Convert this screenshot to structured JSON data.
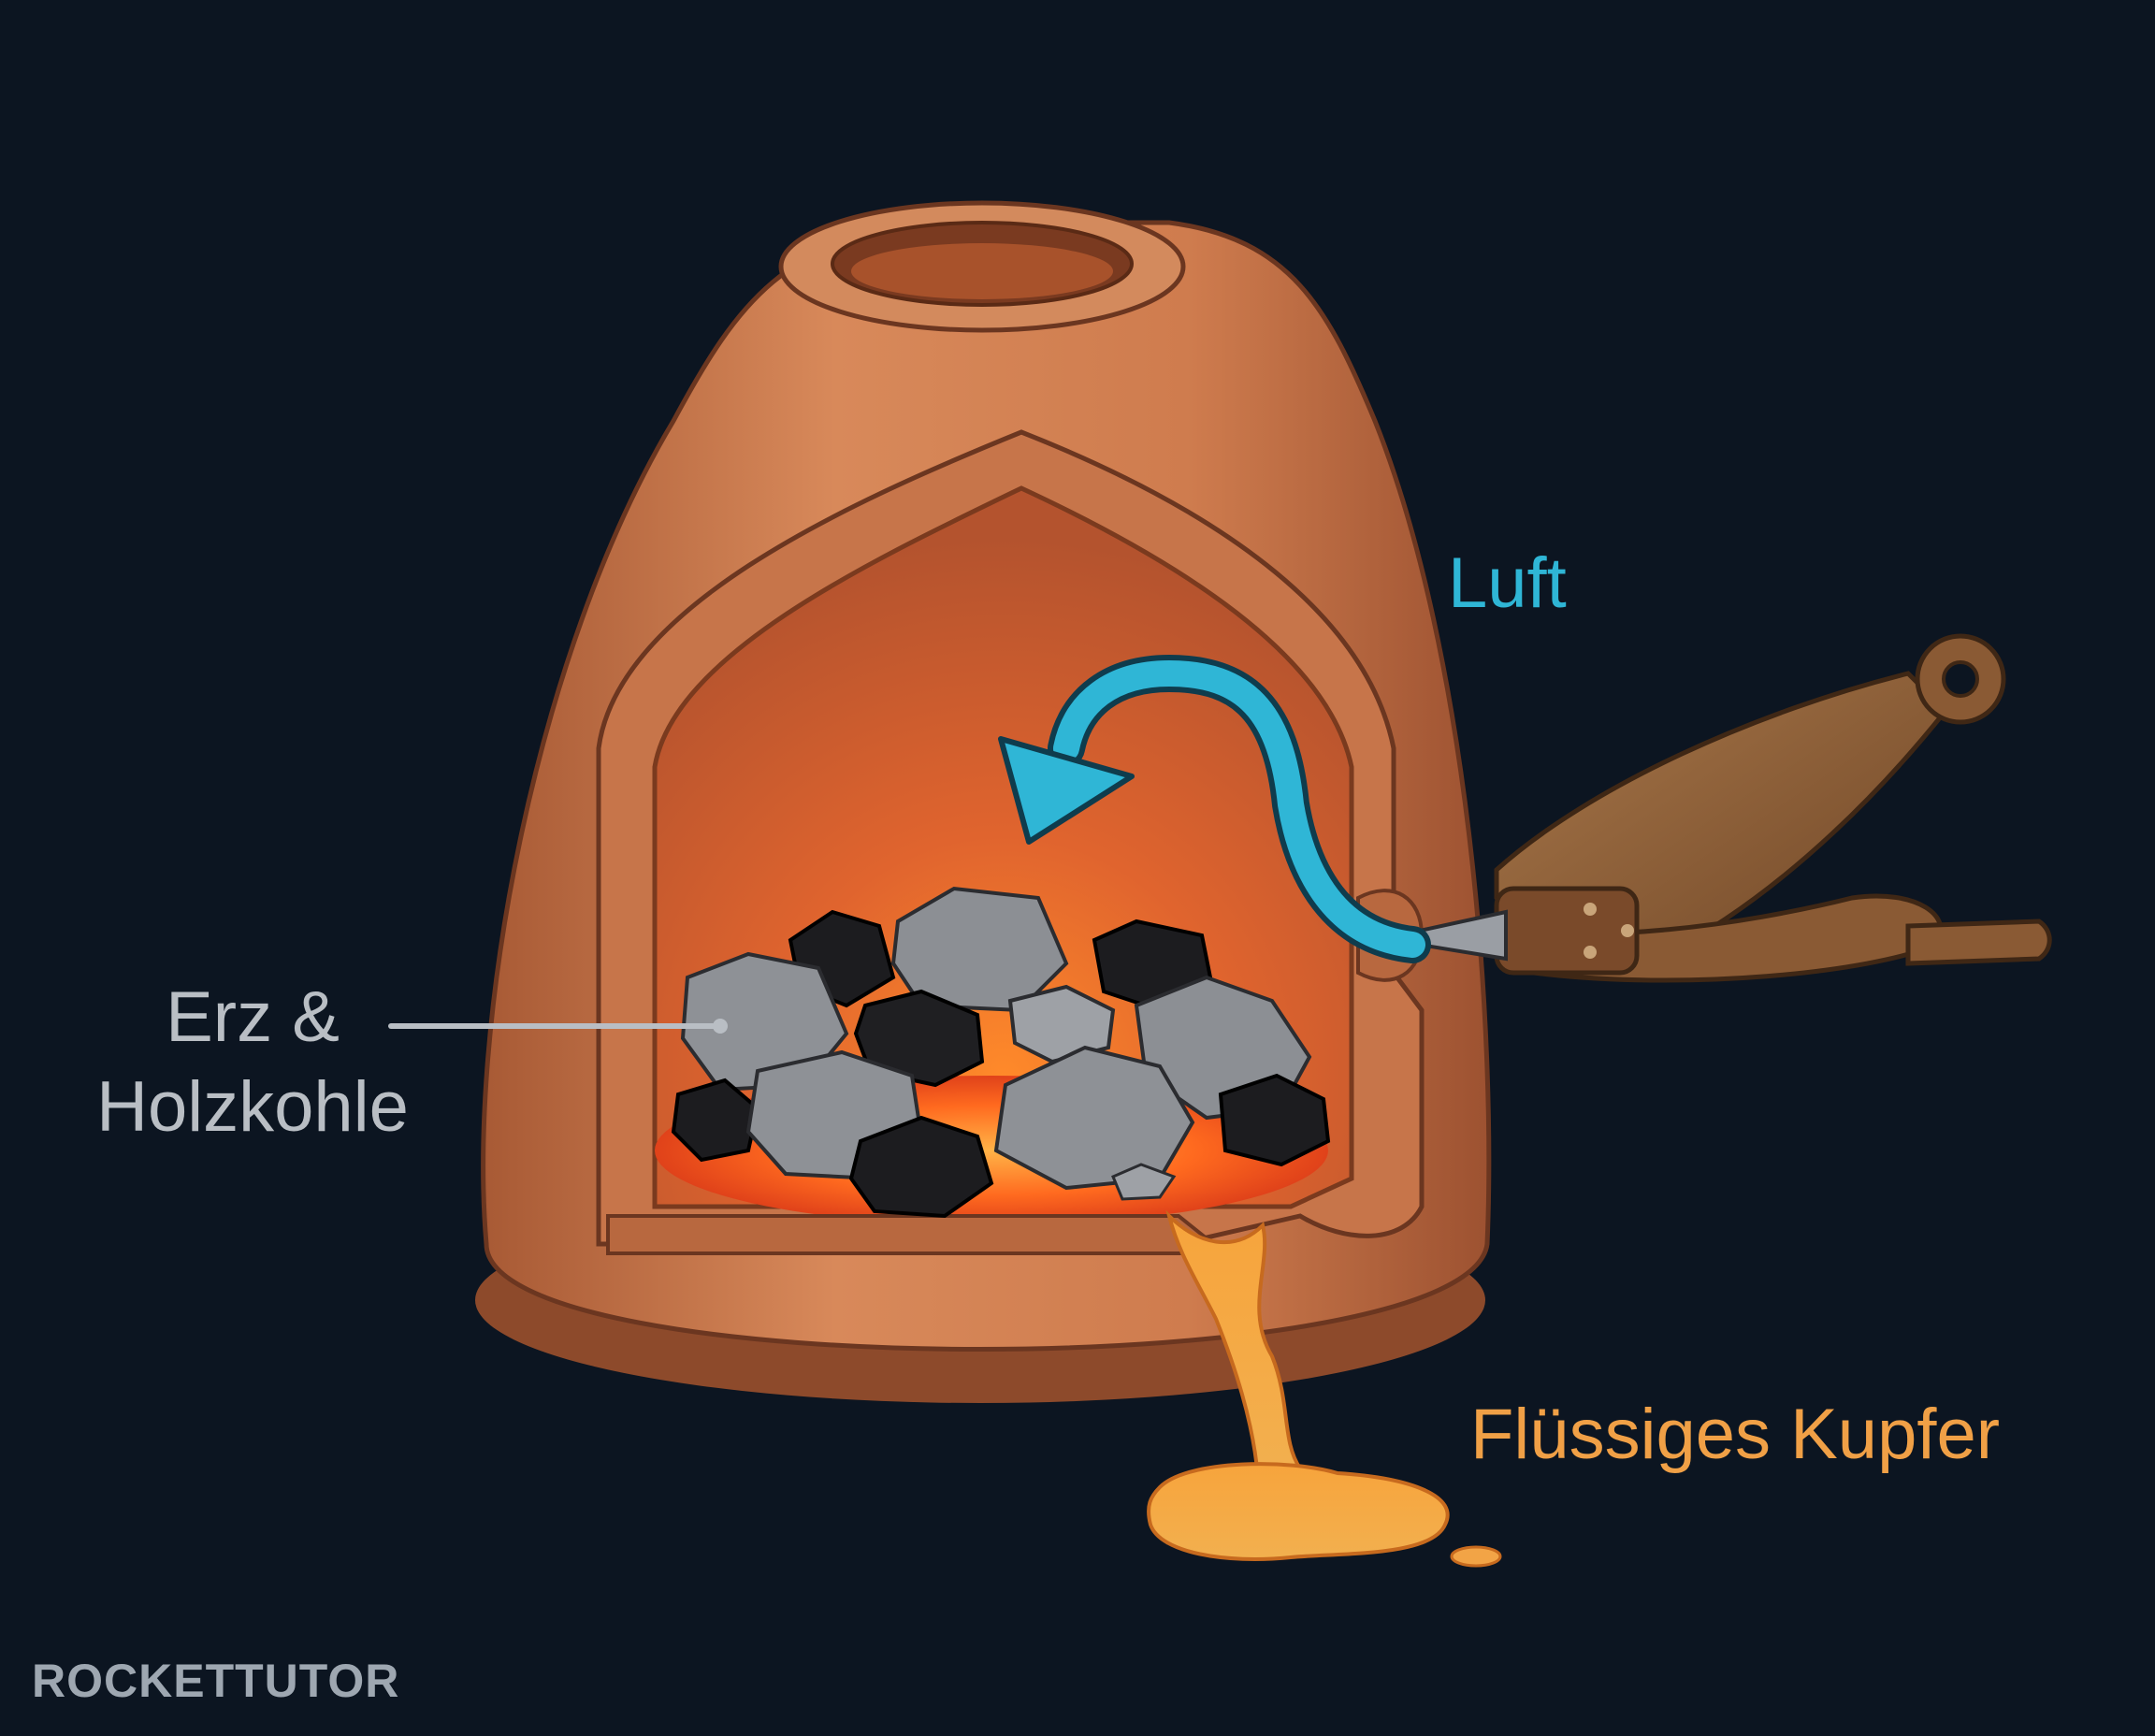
{
  "labels": {
    "air": "Luft",
    "ore_line1": "Erz &",
    "ore_line2": "Holzkohle",
    "liquid_copper": "Flüssiges Kupfer"
  },
  "logo": {
    "text": "ROCKETTUTOR"
  },
  "colors": {
    "background": "#0c1521",
    "clay": "#cf7f52",
    "air_arrow": "#2fb6d6",
    "copper": "#f0a046",
    "ore_label": "#b9bec4"
  }
}
